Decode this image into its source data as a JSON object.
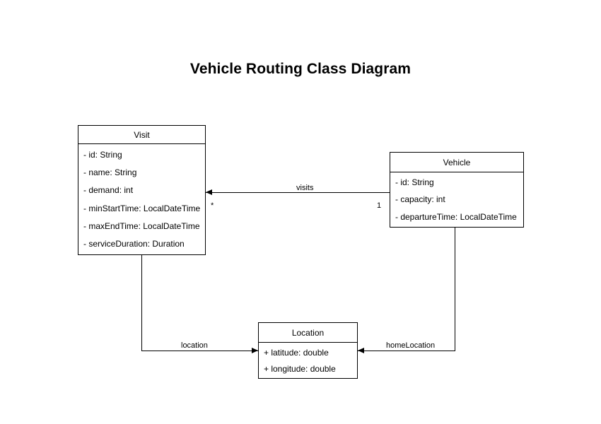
{
  "diagram": {
    "title": "Vehicle Routing Class Diagram",
    "type": "uml-class-diagram",
    "background_color": "#ffffff",
    "line_color": "#000000",
    "text_color": "#000000"
  },
  "classes": [
    {
      "name": "Visit",
      "attributes": [
        "- id: String",
        "- name: String",
        "- demand: int",
        "- minStartTime: LocalDateTime",
        "- maxEndTime: LocalDateTime",
        "- serviceDuration: Duration"
      ]
    },
    {
      "name": "Vehicle",
      "attributes": [
        "- id: String",
        "- capacity: int",
        "- departureTime: LocalDateTime"
      ]
    },
    {
      "name": "Location",
      "attributes": [
        "+ latitude: double",
        "+ longitude: double"
      ]
    }
  ],
  "relationships": [
    {
      "label": "visits",
      "from": "Vehicle",
      "to": "Visit",
      "source_multiplicity": "1",
      "target_multiplicity": "*"
    },
    {
      "label": "location",
      "from": "Visit",
      "to": "Location",
      "source_multiplicity": "",
      "target_multiplicity": ""
    },
    {
      "label": "homeLocation",
      "from": "Vehicle",
      "to": "Location",
      "source_multiplicity": "",
      "target_multiplicity": ""
    }
  ]
}
